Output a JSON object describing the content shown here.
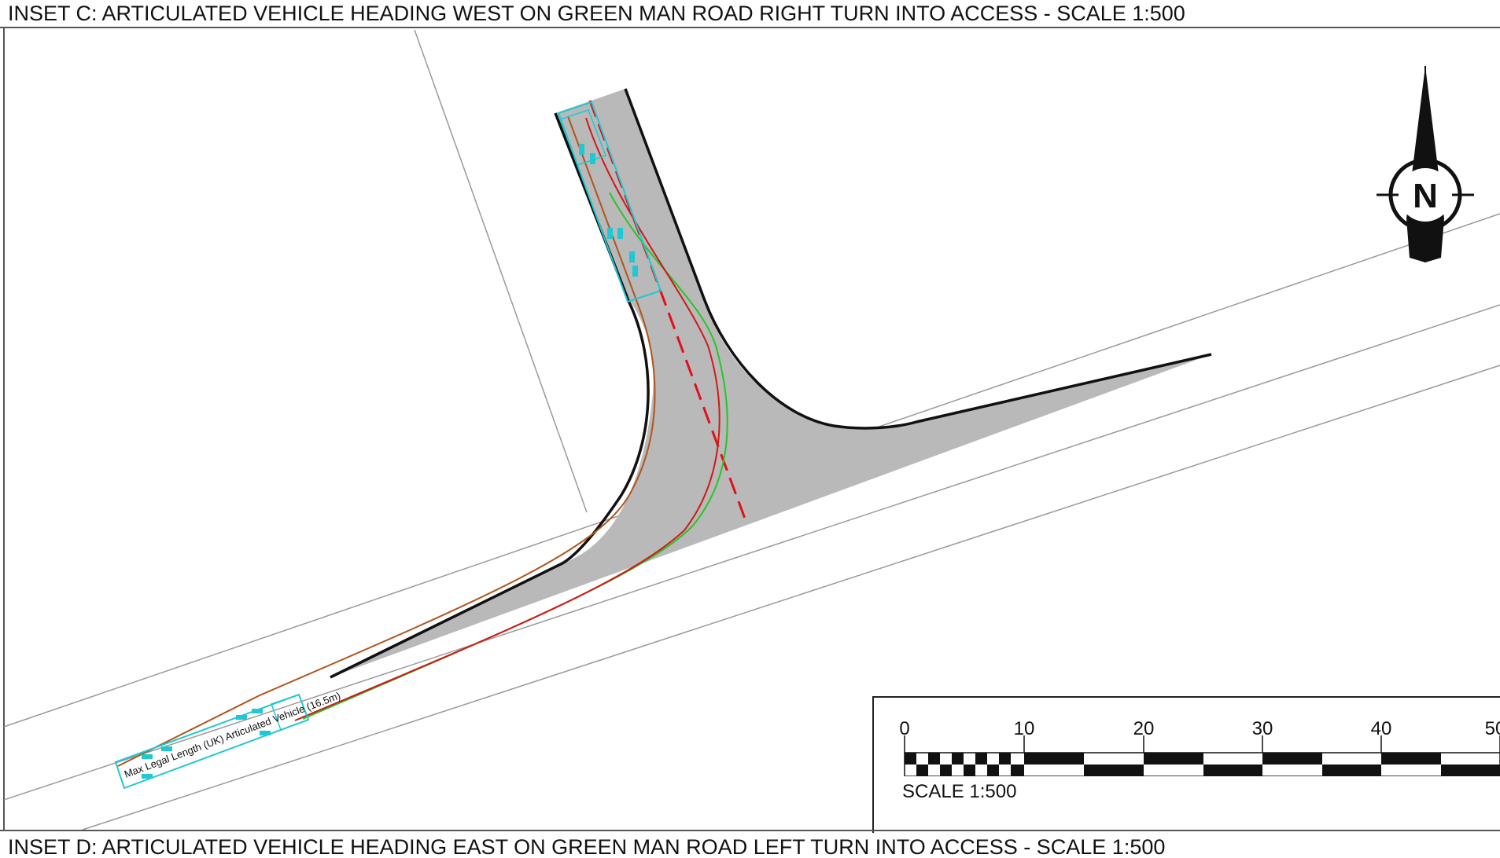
{
  "inset_c": {
    "title": "INSET C: ARTICULATED VEHICLE HEADING WEST ON GREEN MAN ROAD RIGHT TURN INTO ACCESS - SCALE 1:500"
  },
  "inset_d": {
    "title": "INSET D: ARTICULATED VEHICLE HEADING EAST ON GREEN MAN ROAD LEFT TURN INTO ACCESS - SCALE 1:500"
  },
  "vehicle_label": "Max Legal Length (UK) Articulated Vehicle (16.5m)",
  "north_arrow": {
    "letter": "N",
    "icon": "north-arrow-icon"
  },
  "scale_bar": {
    "ticks": [
      "0",
      "10",
      "20",
      "30",
      "40",
      "50"
    ],
    "caption": "SCALE 1:500"
  },
  "colors": {
    "road_surface": "#b9b9b9",
    "kerb_line": "#111111",
    "boundary_line": "#9a9a9a",
    "centre_line_dashed": "#e0101a",
    "swept_path_red": "#d01818",
    "swept_path_green": "#29c429",
    "swept_path_brown": "#b0541c",
    "vehicle_outline": "#1fc8d2"
  }
}
